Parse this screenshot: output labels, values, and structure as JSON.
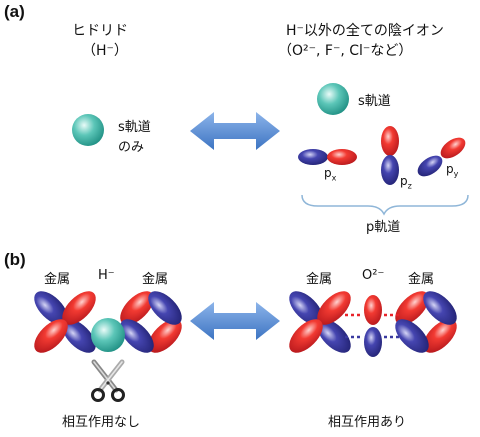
{
  "panel_a": {
    "label": "(a)",
    "hydride_title": "ヒドリド",
    "hydride_formula": "（H⁻）",
    "other_anions_title": "H⁻以外の全ての陰イオン",
    "other_anions_examples": "（O²⁻, F⁻, Cl⁻など）",
    "s_orbital_only_line1": "s軌道",
    "s_orbital_only_line2": "のみ",
    "s_orbital_label": "s軌道",
    "px_label": "px",
    "pz_label": "pz",
    "py_label": "py",
    "p_orbital_label": "p軌道"
  },
  "panel_b": {
    "label": "(b)",
    "left_metal_1": "金属",
    "left_anion": "H⁻",
    "left_metal_2": "金属",
    "left_caption": "相互作用なし",
    "right_metal_1": "金属",
    "right_anion": "O²⁻",
    "right_metal_2": "金属",
    "right_caption": "相互作用あり"
  },
  "colors": {
    "s_orbital": "#3fb6a8",
    "lobe_red": "#e8232a",
    "lobe_blue": "#3a3aa0",
    "arrow": "#5b8fd6",
    "bracket": "#8fb6d8",
    "dotted_line": "#e8232a"
  },
  "icons": {
    "scissors": "scissors-icon",
    "double_arrow": "double-arrow-icon"
  }
}
